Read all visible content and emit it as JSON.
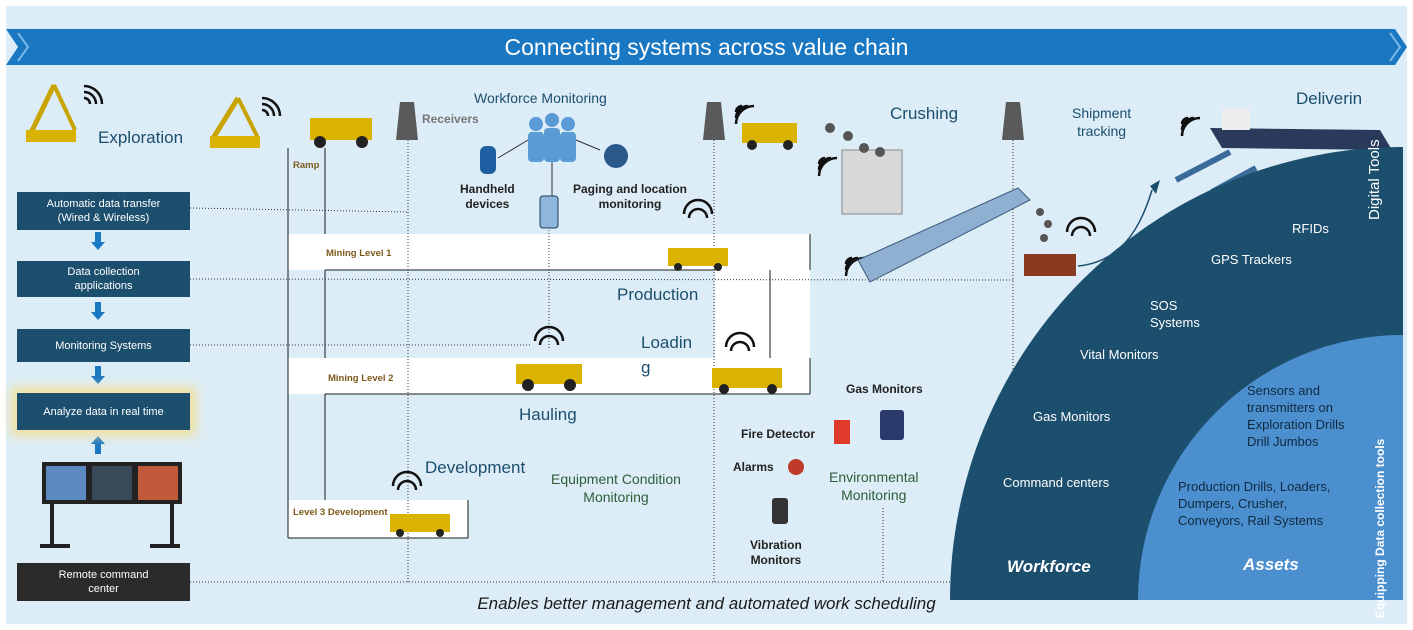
{
  "banner": {
    "title": "Connecting systems across value chain"
  },
  "stages": {
    "exploration": "Exploration",
    "workforce_monitoring": "Workforce Monitoring",
    "crushing": "Crushing",
    "shipment_tracking": "Shipment\ntracking",
    "delivering": "Deliverin",
    "production": "Production",
    "loading_1": "Loadin",
    "loading_2": "g",
    "hauling": "Hauling",
    "development": "Development",
    "equipment_condition": "Equipment Condition\nMonitoring",
    "environmental": "Environmental\nMonitoring"
  },
  "receivers": "Receivers",
  "devices": {
    "handheld": "Handheld\ndevices",
    "paging": "Paging and location\nmonitoring",
    "gas_monitors": "Gas Monitors",
    "fire_detector": "Fire Detector",
    "alarms": "Alarms",
    "vibration": "Vibration\nMonitors"
  },
  "levels": {
    "ramp": "Ramp",
    "mining_level_1": "Mining Level 1",
    "mining_level_2": "Mining Level 2",
    "level_3": "Level 3 Development"
  },
  "flow": {
    "step1": "Automatic data transfer\n(Wired & Wireless)",
    "step2": "Data collection\napplications",
    "step3": "Monitoring Systems",
    "step4": "Analyze data in real time",
    "step5": "Remote command\ncenter"
  },
  "digital_tools": {
    "title": "Digital Tools",
    "items": [
      "RFIDs",
      "GPS Trackers",
      "SOS\nSystems",
      "Vital Monitors",
      "Gas Monitors",
      "Command centers"
    ],
    "label": "Workforce"
  },
  "data_collection": {
    "title": "Equipping Data collection tools",
    "item1": "Sensors and\ntransmitters on\nExploration Drills\nDrill Jumbos",
    "item2": "Production Drills, Loaders,\nDumpers, Crusher,\nConveyors, Rail Systems",
    "label": "Assets"
  },
  "footer": "Enables better management and automated work scheduling",
  "colors": {
    "banner": "#1a77c2",
    "dark_navy": "#1c4e6e",
    "arc_light": "#4c8fcf",
    "background": "#dcedf7"
  },
  "icons": [
    "wifi-icon",
    "drill-rig-icon",
    "dump-truck-icon",
    "people-icon",
    "receiver-tower-icon",
    "ship-icon",
    "rail-car-icon",
    "conveyor-icon",
    "crusher-icon",
    "monitor-wall-icon"
  ]
}
